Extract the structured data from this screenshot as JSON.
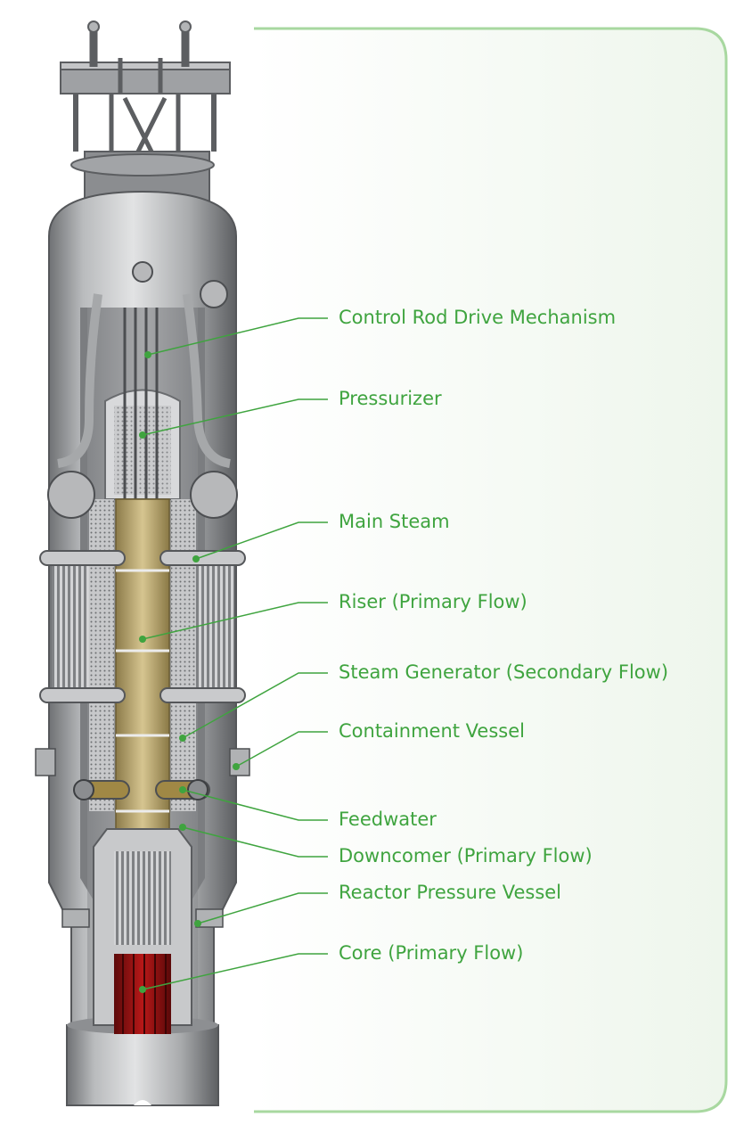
{
  "accent_color": "#3fa43f",
  "frame_color": "#a8d8a0",
  "labels": [
    {
      "id": "control-rod-drive-mechanism",
      "text": "Control Rod Drive Mechanism"
    },
    {
      "id": "pressurizer",
      "text": "Pressurizer"
    },
    {
      "id": "main-steam",
      "text": "Main Steam"
    },
    {
      "id": "riser",
      "text": "Riser (Primary Flow)"
    },
    {
      "id": "steam-generator",
      "text": "Steam Generator (Secondary Flow)"
    },
    {
      "id": "containment-vessel",
      "text": "Containment Vessel"
    },
    {
      "id": "feedwater",
      "text": "Feedwater"
    },
    {
      "id": "downcomer",
      "text": "Downcomer (Primary Flow)"
    },
    {
      "id": "reactor-pressure-vessel",
      "text": "Reactor Pressure Vessel"
    },
    {
      "id": "core",
      "text": "Core (Primary Flow)"
    }
  ]
}
